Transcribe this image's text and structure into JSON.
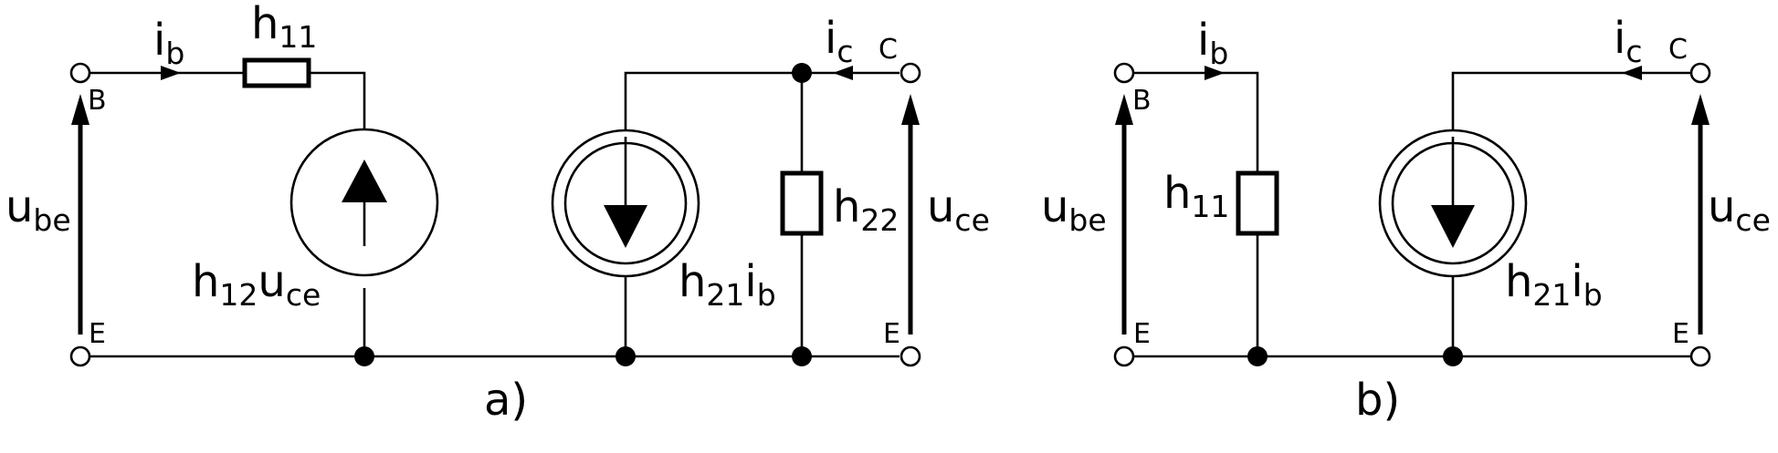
{
  "labels": {
    "a_ib_main": "i",
    "a_ib_sub": "b",
    "a_h11_main": "h",
    "a_h11_sub": "11",
    "a_ic_main": "i",
    "a_ic_sub": "c",
    "a_ube_main": "u",
    "a_ube_sub": "be",
    "a_src1_h": "h",
    "a_src1_hsub": "12",
    "a_src1_u": "u",
    "a_src1_usub": "ce",
    "a_src2_h": "h",
    "a_src2_hsub": "21",
    "a_src2_i": "i",
    "a_src2_isub": "b",
    "a_h22_main": "h",
    "a_h22_sub": "22",
    "a_uce_main": "u",
    "a_uce_sub": "ce",
    "a_caption": "a)",
    "b_ib_main": "i",
    "b_ib_sub": "b",
    "b_ic_main": "i",
    "b_ic_sub": "c",
    "b_ube_main": "u",
    "b_ube_sub": "be",
    "b_h11_main": "h",
    "b_h11_sub": "11",
    "b_src_h": "h",
    "b_src_hsub": "21",
    "b_src_i": "i",
    "b_src_isub": "b",
    "b_uce_main": "u",
    "b_uce_sub": "ce",
    "b_caption": "b)"
  },
  "pins": {
    "a_B": "B",
    "a_C": "C",
    "a_E_left": "E",
    "a_E_right": "E",
    "b_B": "B",
    "b_C": "C",
    "b_E_left": "E",
    "b_E_right": "E"
  }
}
